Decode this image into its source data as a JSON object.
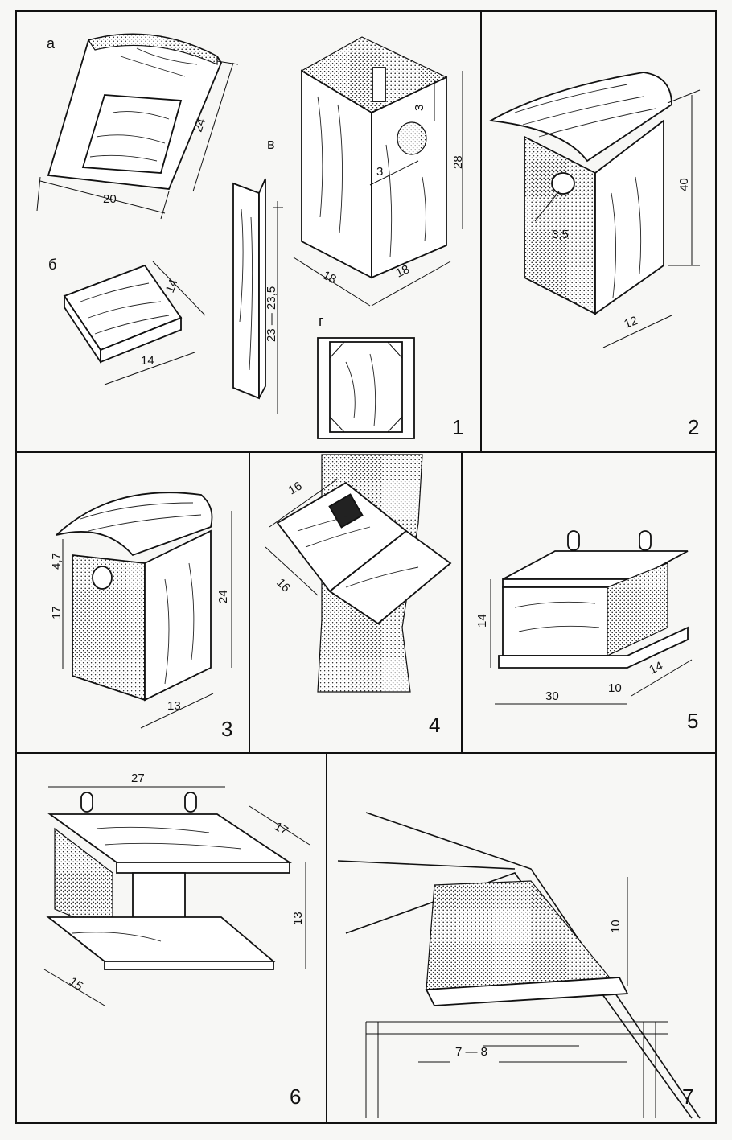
{
  "figure_numbers": [
    "1",
    "2",
    "3",
    "4",
    "5",
    "6",
    "7"
  ],
  "letters": {
    "a": "а",
    "b": "б",
    "v": "в",
    "g": "г"
  },
  "dims": {
    "f1a_width": "20",
    "f1a_length": "24",
    "f1b_width": "14",
    "f1b_length": "14",
    "f1_pole": "23 — 23,5",
    "f1v_hole_top": "3",
    "f1v_hole_side": "3",
    "f1v_height": "28",
    "f1v_depth": "18",
    "f1v_width": "18",
    "f2_height": "40",
    "f2_hole": "3,5",
    "f2_width": "12",
    "f3_hole_pos": "4,7",
    "f3_front": "17",
    "f3_height": "24",
    "f3_width": "13",
    "f4_top": "16",
    "f4_side": "16",
    "f5_height": "14",
    "f5_length": "30",
    "f5_gap": "10",
    "f5_depth": "14",
    "f6_length": "27",
    "f6_roof_depth": "17",
    "f6_height": "13",
    "f6_depth": "15",
    "f7_height": "10",
    "f7_gap": "7 — 8"
  },
  "colors": {
    "ink": "#111111",
    "paper": "#f7f7f5"
  }
}
